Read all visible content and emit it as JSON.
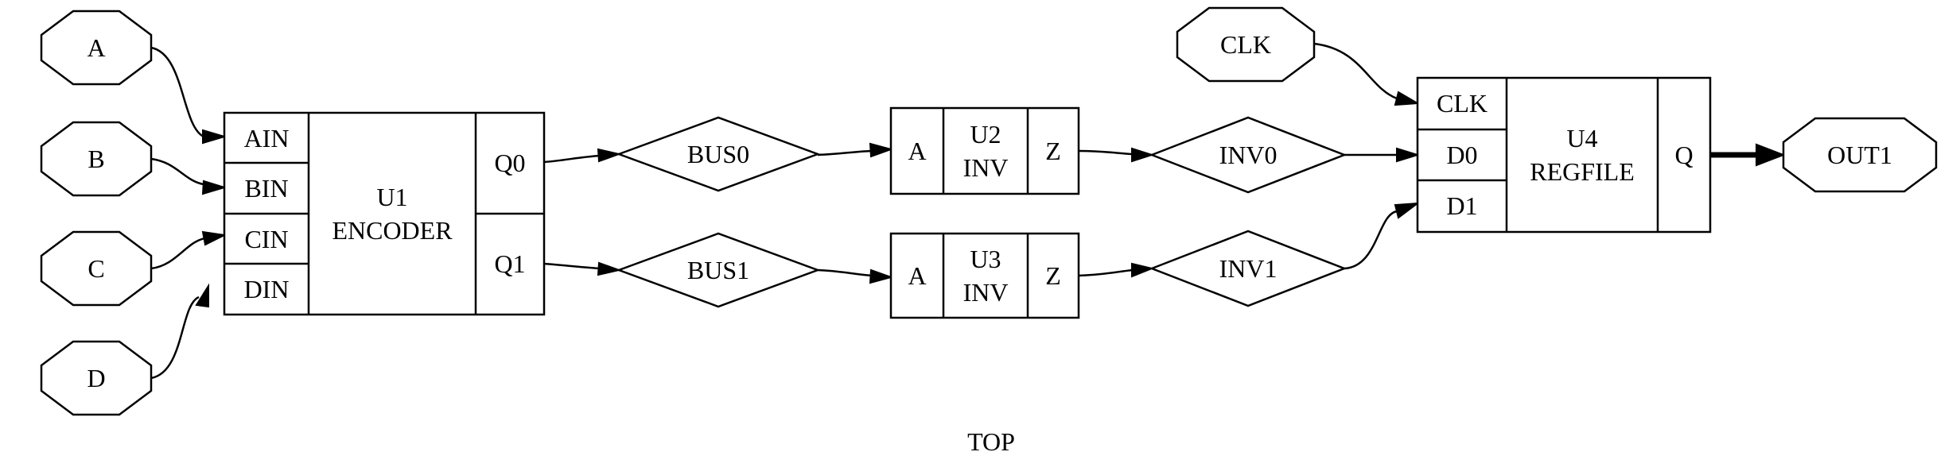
{
  "diagram": {
    "caption": "TOP",
    "inputs": {
      "a": "A",
      "b": "B",
      "c": "C",
      "d": "D",
      "clk": "CLK"
    },
    "outputs": {
      "out1": "OUT1"
    },
    "nets": {
      "bus0": "BUS0",
      "bus1": "BUS1",
      "inv0": "INV0",
      "inv1": "INV1"
    },
    "u1": {
      "name": "U1",
      "type": "ENCODER",
      "in_ports": [
        "AIN",
        "BIN",
        "CIN",
        "DIN"
      ],
      "out_ports": [
        "Q0",
        "Q1"
      ]
    },
    "u2": {
      "name": "U2",
      "type": "INV",
      "in_port": "A",
      "out_port": "Z"
    },
    "u3": {
      "name": "U3",
      "type": "INV",
      "in_port": "A",
      "out_port": "Z"
    },
    "u4": {
      "name": "U4",
      "type": "REGFILE",
      "in_ports": [
        "CLK",
        "D0",
        "D1"
      ],
      "out_port": "Q"
    }
  }
}
